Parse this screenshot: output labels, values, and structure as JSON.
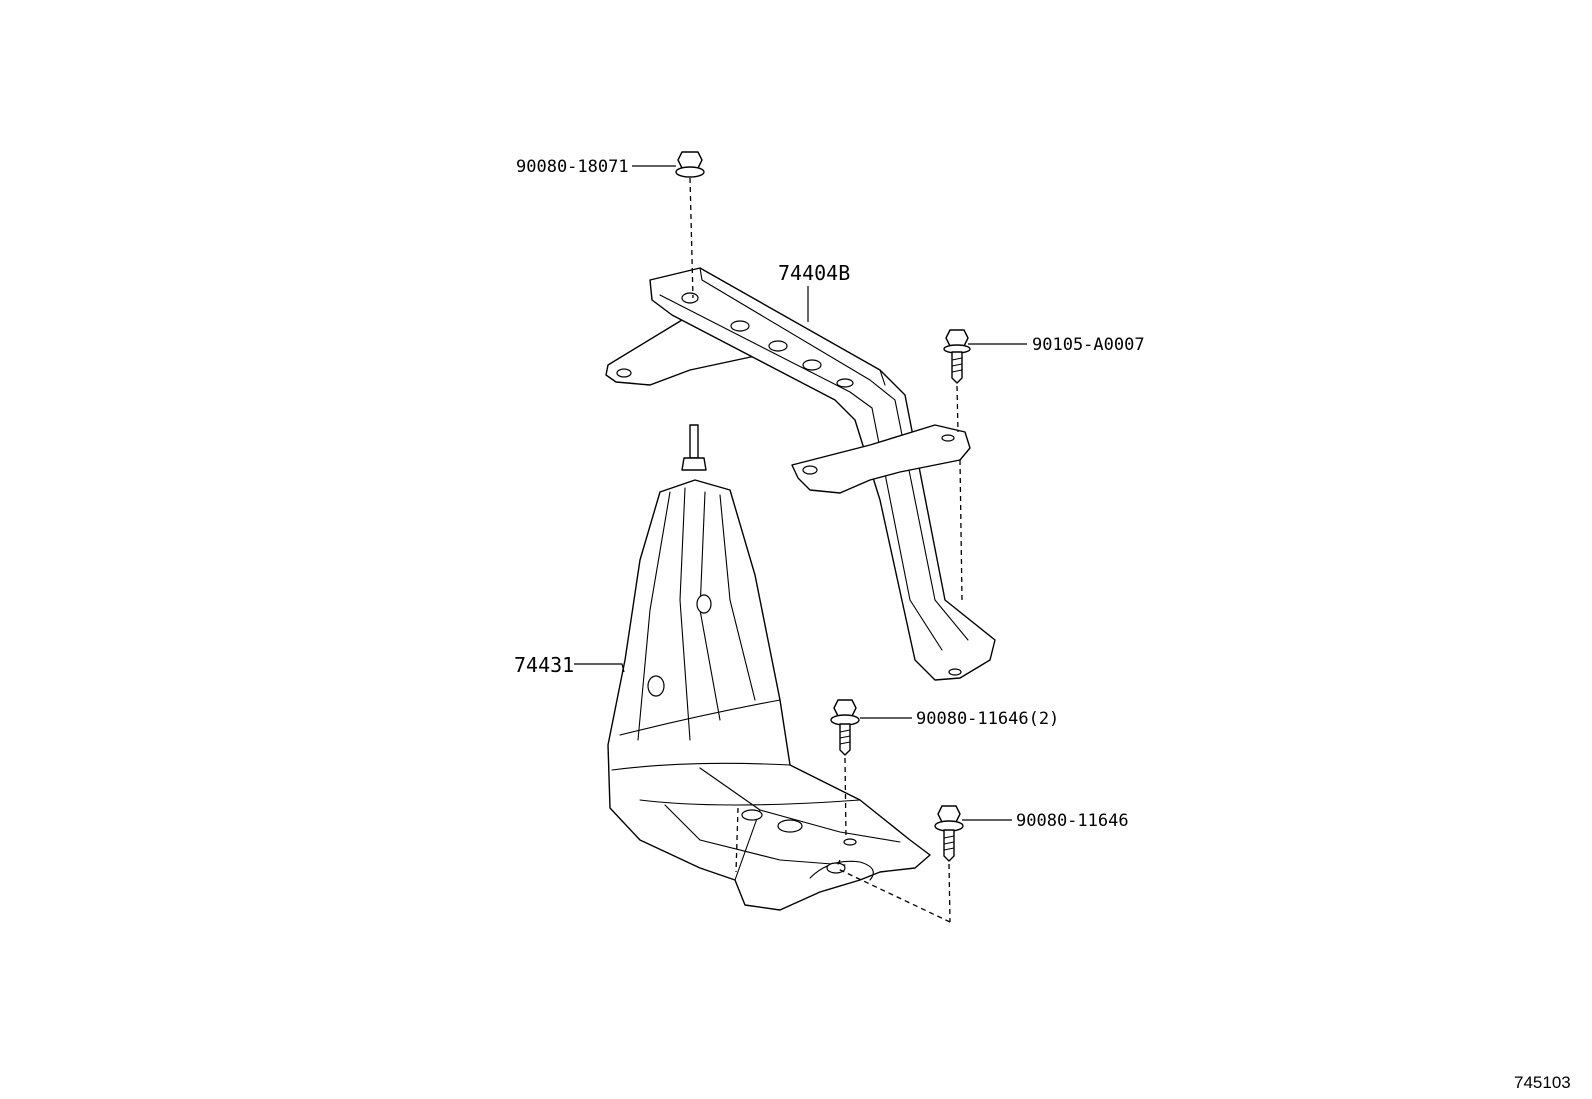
{
  "diagram": {
    "reference_number": "745103",
    "parts": [
      {
        "id": "nut-top",
        "label": "90080-18071"
      },
      {
        "id": "bracket",
        "label": "74404B"
      },
      {
        "id": "bolt-right",
        "label": "90105-A0007"
      },
      {
        "id": "cover",
        "label": "74431"
      },
      {
        "id": "bolt-mid",
        "label": "90080-11646(2)"
      },
      {
        "id": "bolt-low",
        "label": "90080-11646"
      }
    ]
  }
}
